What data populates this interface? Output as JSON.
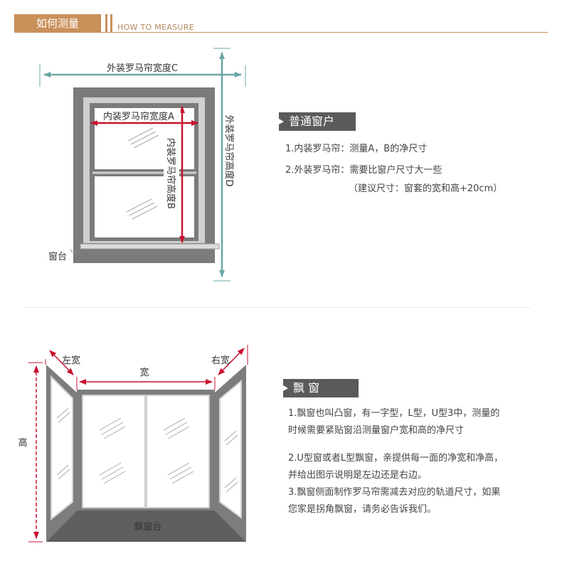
{
  "header": {
    "title_cn": "如何测量",
    "title_en": "HOW TO MEASURE"
  },
  "window_diagram": {
    "outer_width_label": "外装罗马帘宽度C",
    "inner_width_label": "内装罗马帘宽度A",
    "inner_height_label": "内装罗马帘高度B",
    "outer_height_label": "外装罗马帘高度D",
    "sill_label": "窗台"
  },
  "regular_window": {
    "tag": "普通窗户",
    "line1": "1.内装罗马帘：测量A，B的净尺寸",
    "line2": "2.外装罗马帘：需要比窗户尺寸大一些",
    "line3": "（建议尺寸：窗套的宽和高+20cm）"
  },
  "bay_diagram": {
    "left_width_label": "左宽",
    "width_label": "宽",
    "right_width_label": "右宽",
    "height_label": "高",
    "bay_sill_label": "飘窗台"
  },
  "bay_window": {
    "tag": "飘 窗",
    "line1a": "1.飘窗也叫凸窗，有一字型，L型，U型3中，测量的",
    "line1b": "时候需要紧贴窗沿测量窗户宽和高的净尺寸",
    "line2a": "2.U型窗或者L型飘窗，亲提供每一面的净宽和净高，",
    "line2b": "并给出图示说明是左边还是右边。",
    "line3a": "3.飘窗侧面制作罗马帘需减去对应的轨道尺寸，如果",
    "line3b": "您家是拐角飘窗，请务必告诉我们。"
  },
  "colors": {
    "accent": "#c9905a",
    "measure_teal": "#6aa6a6",
    "measure_red": "#c8102e",
    "tag_bg": "#5a5a5a",
    "frame_gray": "#7d7d7d"
  }
}
